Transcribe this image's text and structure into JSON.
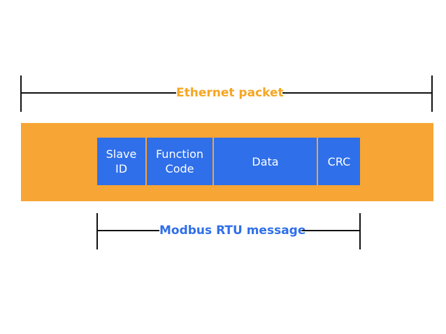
{
  "ethernet_packet": {
    "label": "Ethernet packet",
    "color": "#f5a623"
  },
  "packet_band": {
    "color": "#f7a534"
  },
  "fields": [
    {
      "label": "Slave\nID"
    },
    {
      "label": "Function\nCode"
    },
    {
      "label": "Data"
    },
    {
      "label": "CRC"
    }
  ],
  "field_color": "#2f6fe9",
  "modbus_rtu_message": {
    "label": "Modbus RTU message",
    "color": "#2f6fe9"
  }
}
